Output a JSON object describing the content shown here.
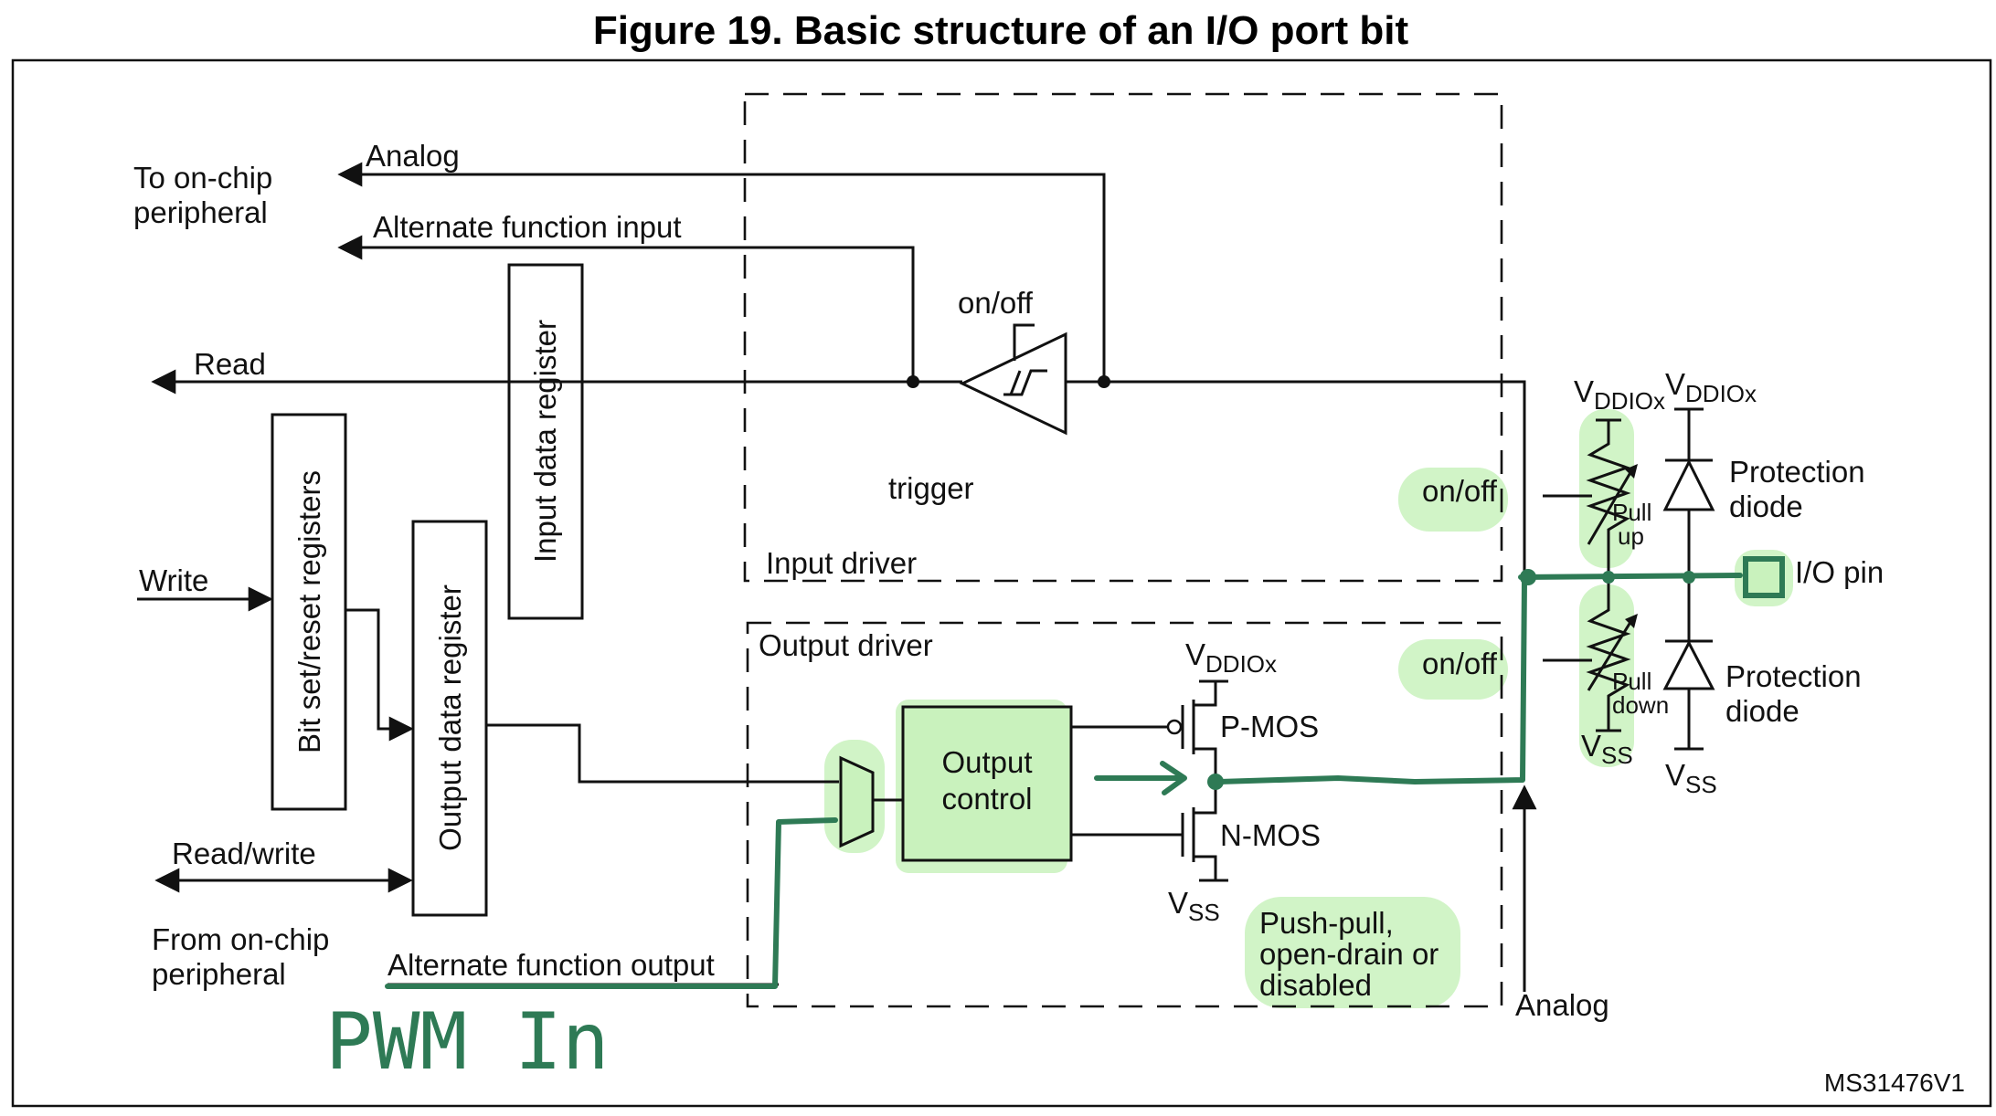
{
  "title": "Figure 19. Basic structure of an I/O port bit",
  "labels": {
    "to_onchip_1": "To on-chip",
    "to_onchip_2": "peripheral",
    "analog_top": "Analog",
    "alt_func_input": "Alternate function input",
    "read": "Read",
    "write": "Write",
    "read_write": "Read/write",
    "from_onchip_1": "From on-chip",
    "from_onchip_2": "peripheral",
    "alt_func_output": "Alternate function output",
    "input_data_register": "Input data register",
    "bit_set_reset": "Bit set/reset registers",
    "output_data_register": "Output data register",
    "onoff_trigger": "on/off",
    "trigger": "trigger",
    "input_driver": "Input driver",
    "output_driver": "Output driver",
    "output_control_1": "Output",
    "output_control_2": "control",
    "vddiox_v": "V",
    "vddiox_sub": "DDIOx",
    "vss_v": "V",
    "vss_sub": "SS",
    "pmos": "P-MOS",
    "nmos": "N-MOS",
    "push_pull_1": "Push-pull,",
    "push_pull_2": "open-drain or",
    "push_pull_3": "disabled",
    "onoff_pullup": "on/off",
    "onoff_pulldown": "on/off",
    "pull_up_1": "Pull",
    "pull_up_2": "up",
    "pull_down_1": "Pull",
    "pull_down_2": "down",
    "protection_1": "Protection",
    "protection_2": "diode",
    "io_pin": "I/O pin",
    "analog_bottom": "Analog",
    "figure_id": "MS31476V1"
  },
  "annotation": {
    "handwritten": "PWM In",
    "ink_color": "#2e7a55",
    "highlight_color": "#c9f2bd"
  }
}
